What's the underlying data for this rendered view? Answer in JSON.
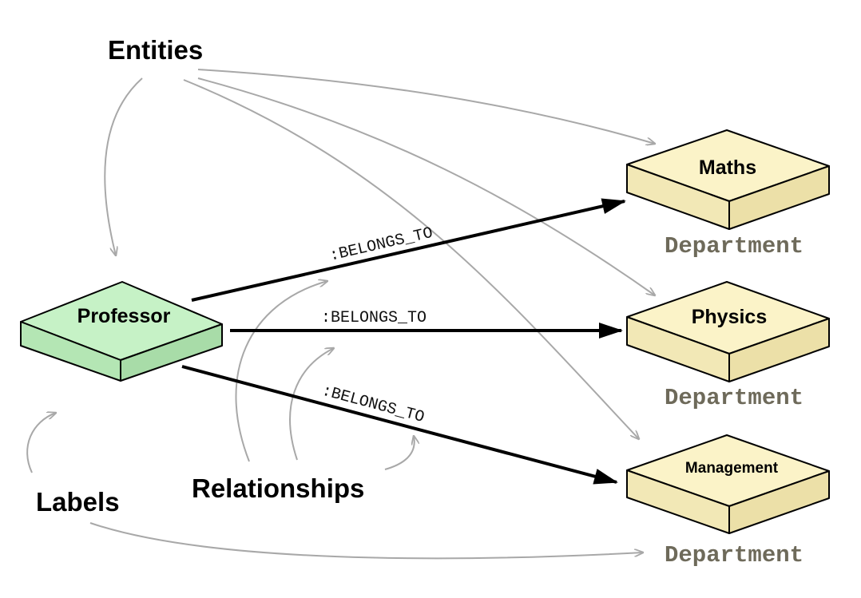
{
  "annotations": {
    "entities": "Entities",
    "relationships": "Relationships",
    "labels": "Labels"
  },
  "nodes": {
    "professor": "Professor",
    "maths": "Maths",
    "physics": "Physics",
    "management": "Management"
  },
  "node_labels": {
    "maths": "Department",
    "physics": "Department",
    "management": "Department"
  },
  "relationships": {
    "to_maths": ":BELONGS_TO",
    "to_physics": ":BELONGS_TO",
    "to_management": ":BELONGS_TO"
  },
  "colors": {
    "professor_fill": "#c6f2c6",
    "department_fill": "#fbf3c8",
    "annotation_arrow": "#a8a8a8",
    "relationship_arrow": "#000000",
    "label_text": "#6e6a5a"
  }
}
